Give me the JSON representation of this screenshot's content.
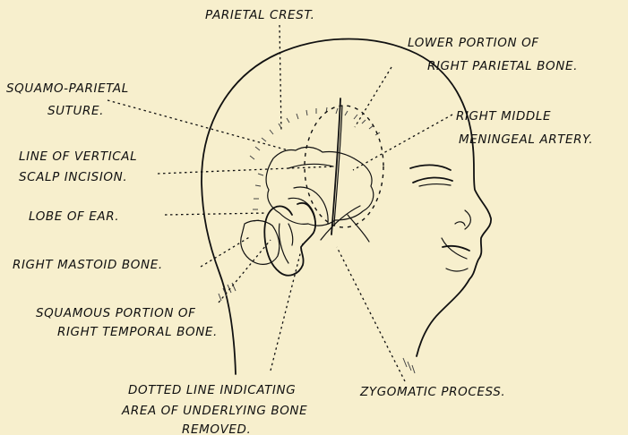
{
  "labels": {
    "parietal_crest": "PARIETAL CREST.",
    "lower_parietal_1": "LOWER PORTION OF",
    "lower_parietal_2": "RIGHT PARIETAL BONE.",
    "squamo_parietal_1": "SQUAMO-PARIETAL",
    "squamo_parietal_2": "SUTURE.",
    "middle_meningeal_1": "RIGHT MIDDLE",
    "middle_meningeal_2": "MENINGEAL ARTERY.",
    "vertical_incision_1": "LINE OF VERTICAL",
    "vertical_incision_2": "SCALP INCISION.",
    "lobe_of_ear": "LOBE OF EAR.",
    "mastoid_bone": "RIGHT MASTOID BONE.",
    "squamous_1": "SQUAMOUS PORTION OF",
    "squamous_2": "RIGHT TEMPORAL BONE.",
    "dotted_line_1": "DOTTED LINE INDICATING",
    "dotted_line_2": "AREA OF UNDERLYING BONE",
    "dotted_line_3": "REMOVED.",
    "zygomatic": "ZYGOMATIC PROCESS."
  },
  "colors": {
    "background": "#f7efcd",
    "ink": "#111111"
  }
}
